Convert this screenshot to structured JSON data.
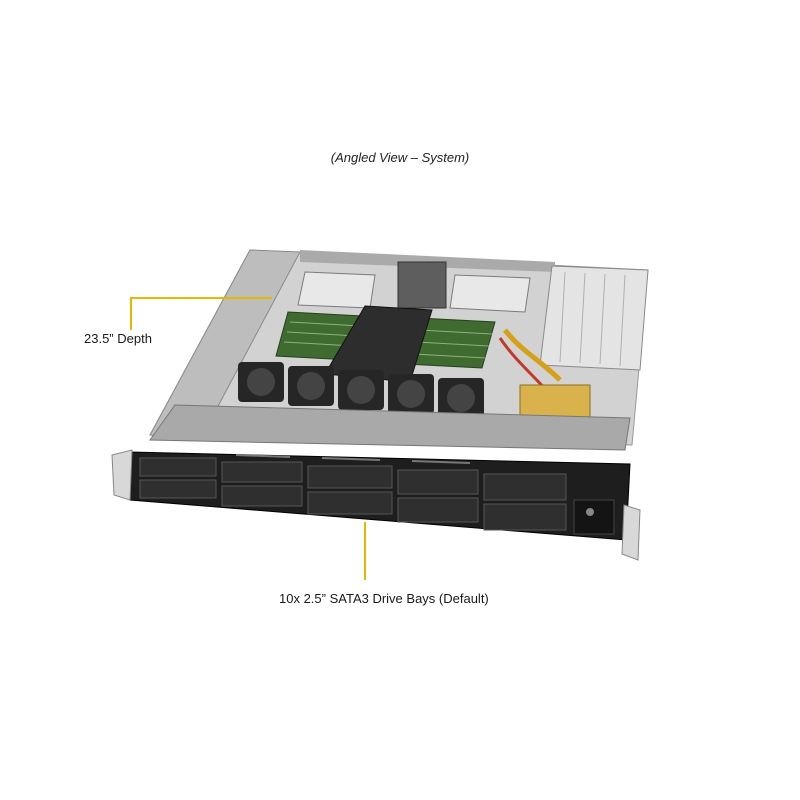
{
  "figure": {
    "caption": "(Angled View – System)"
  },
  "callouts": {
    "depth_label": "23.5” Depth",
    "bays_label": "10x 2.5” SATA3 Drive Bays (Default)"
  },
  "colors": {
    "callout_line": "#e6b800",
    "chassis_dark": "#2b2b2b",
    "chassis_light": "#c9c9c9",
    "ram_green": "#4d7a3a"
  }
}
